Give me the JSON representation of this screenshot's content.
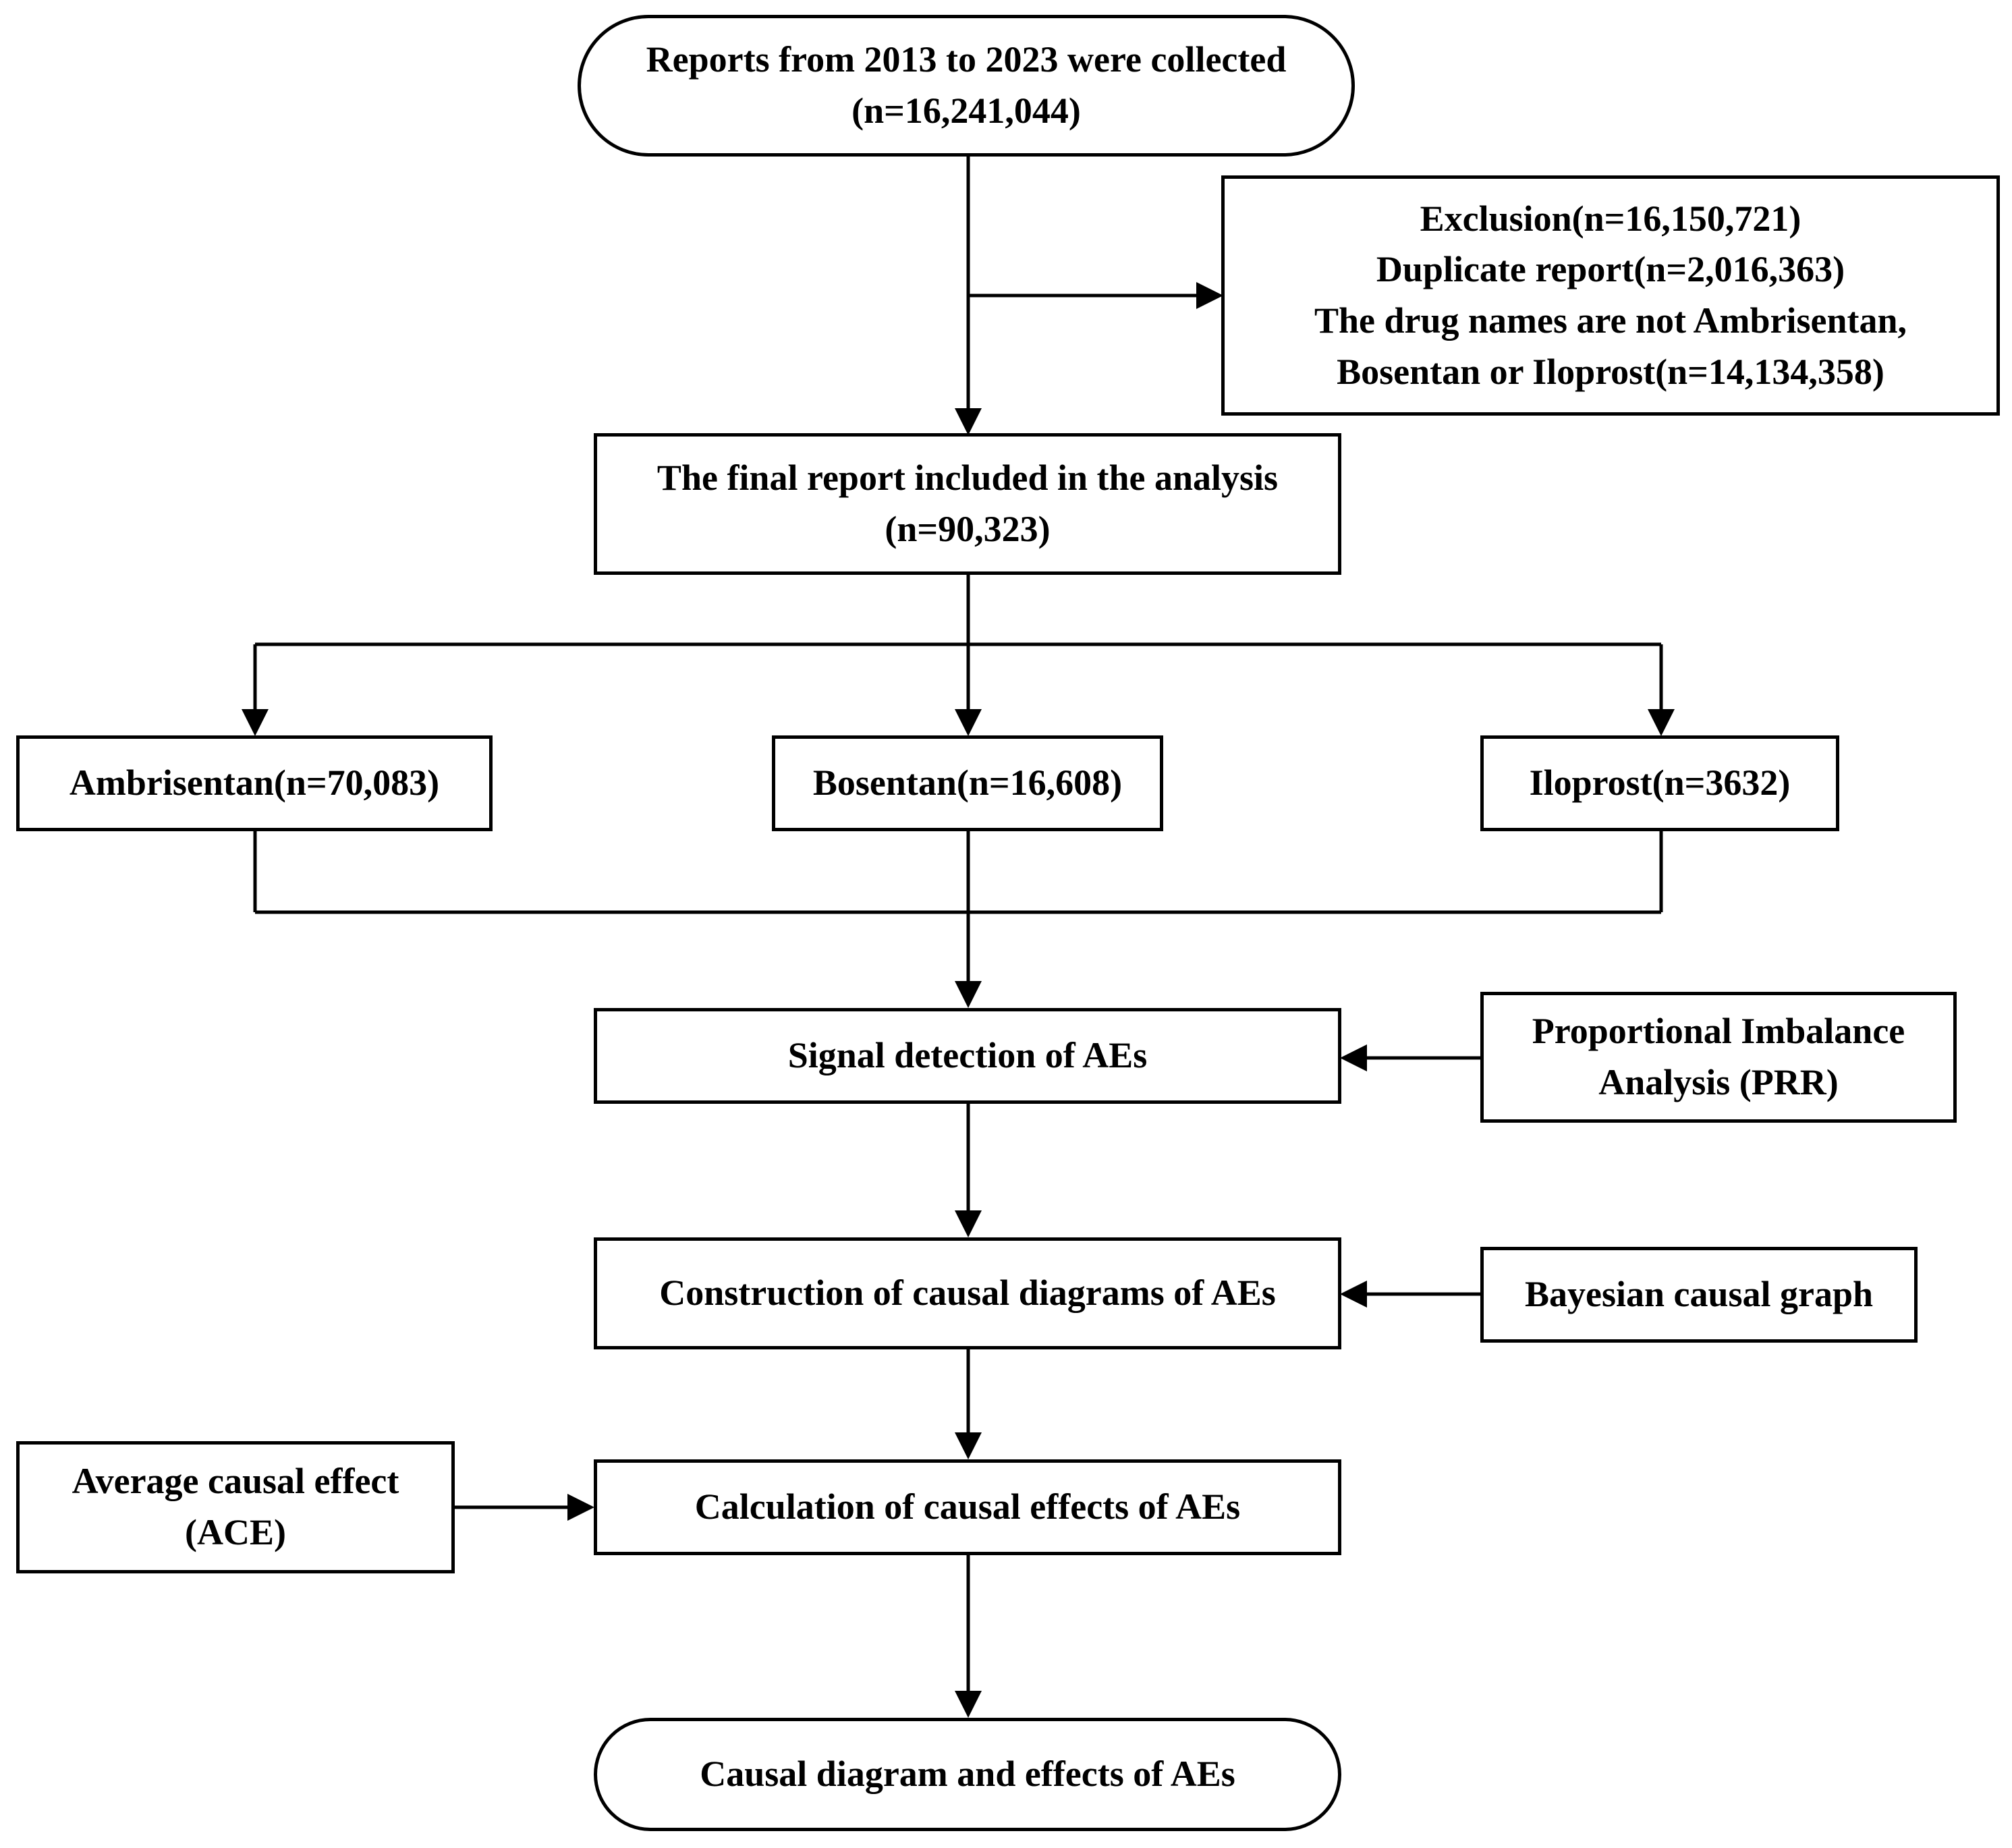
{
  "nodes": {
    "start": {
      "line1": "Reports from 2013 to 2023 were collected",
      "line2": "(n=16,241,044)"
    },
    "exclusion": {
      "line1": "Exclusion(n=16,150,721)",
      "line2": "Duplicate report(n=2,016,363)",
      "line3": "The drug names are not Ambrisentan,",
      "line4": "Bosentan or Iloprost(n=14,134,358)"
    },
    "final": {
      "line1": "The final report included in the analysis",
      "line2": "(n=90,323)"
    },
    "ambrisentan": {
      "label": "Ambrisentan(n=70,083)"
    },
    "bosentan": {
      "label": "Bosentan(n=16,608)"
    },
    "iloprost": {
      "label": "Iloprost(n=3632)"
    },
    "signal": {
      "label": "Signal detection of AEs"
    },
    "prr": {
      "line1": "Proportional Imbalance",
      "line2": "Analysis (PRR)"
    },
    "construction": {
      "label": "Construction of causal diagrams of AEs"
    },
    "bayesian": {
      "label": "Bayesian causal graph"
    },
    "ace": {
      "line1": "Average causal effect",
      "line2": "(ACE)"
    },
    "calculation": {
      "label": "Calculation of causal effects of AEs"
    },
    "end": {
      "label": "Causal diagram and effects of AEs"
    }
  }
}
